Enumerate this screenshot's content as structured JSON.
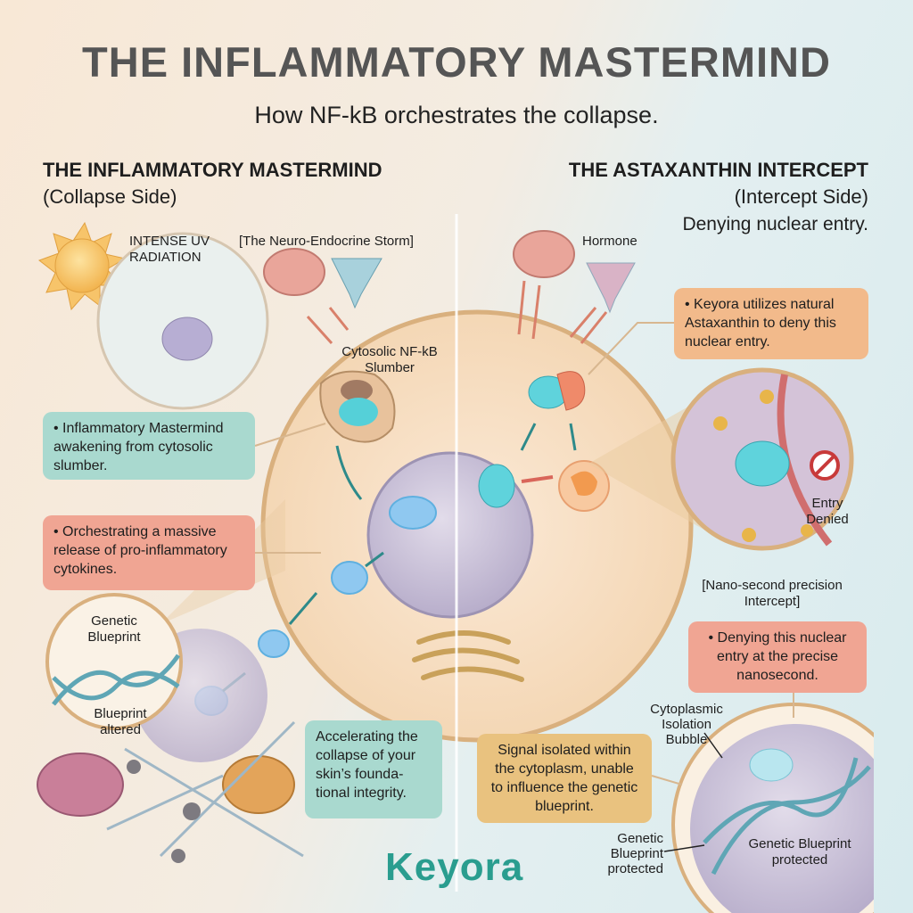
{
  "header": {
    "title": "THE INFLAMMATORY MASTERMIND",
    "subtitle": "How NF-kB orchestrates the collapse."
  },
  "left": {
    "heading": "THE INFLAMMATORY MASTERMIND",
    "subheading": "(Collapse Side)",
    "uv_label_1": "INTENSE UV",
    "uv_label_2": "RADIATION",
    "storm_label": "[The Neuro-Endocrine Storm]",
    "slumber_label_1": "Cytosolic NF-kB",
    "slumber_label_2": "Slumber",
    "box_awakening": "• Inflammatory Mastermind awakening from cytosolic slumber.",
    "box_cytokines": "• Orchestrating a massive release of pro-inflammatory cytokines.",
    "box_collapse": "Accelerating the collapse of your skin’s founda-tional integrity.",
    "genetic_label_1": "Genetic",
    "genetic_label_2": "Blueprint",
    "altered_label_1": "Blueprint",
    "altered_label_2": "altered"
  },
  "right": {
    "heading": "THE ASTAXANTHIN INTERCEPT",
    "subheading": "(Intercept Side)",
    "tagline": "Denying nuclear entry.",
    "hormone_label": "Hormone",
    "box_keyora": "• Keyora utilizes natural Astaxanthin to deny this nuclear entry.",
    "entry_denied_1": "Entry",
    "entry_denied_2": "Denied",
    "precision_label_1": "[Nano-second precision",
    "precision_label_2": "Intercept]",
    "box_nanosecond": "• Denying this nuclear entry at the precise nanosecond.",
    "bubble_label_1": "Cytoplasmic",
    "bubble_label_2": "Isolation",
    "bubble_label_3": "Bubble",
    "box_isolated": "Signal isolated within the cytoplasm, unable to influence the genetic blueprint.",
    "protected_outer_1": "Genetic",
    "protected_outer_2": "Blueprint",
    "protected_outer_3": "protected",
    "protected_inner_1": "Genetic Blueprint",
    "protected_inner_2": "protected"
  },
  "brand": {
    "logo": "Keyora",
    "color": "#2a9d8f"
  },
  "colors": {
    "teal_box": "#a9d9cf",
    "red_box": "#f0a593",
    "orange_box": "#f2ba8b",
    "gold_box": "#e9c27f"
  }
}
